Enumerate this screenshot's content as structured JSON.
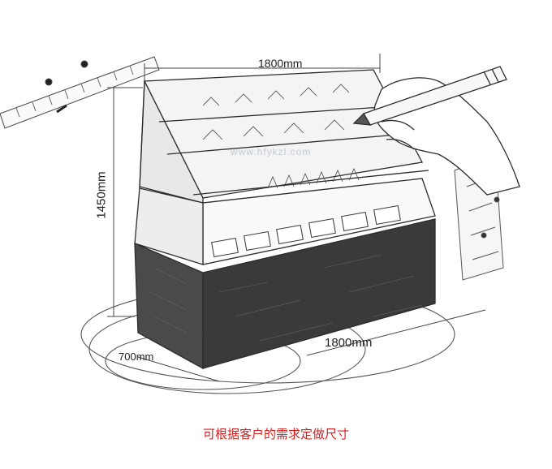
{
  "dimensions": {
    "top_width": "1800mm",
    "front_width": "1800mm",
    "depth": "700mm",
    "height": "1450mm"
  },
  "watermark": {
    "url": "www.hfykzl.com"
  },
  "caption": "可根据客户的需求定做尺寸",
  "colors": {
    "caption": "#d42020",
    "line": "#333333",
    "base": "#3a3a3a"
  }
}
